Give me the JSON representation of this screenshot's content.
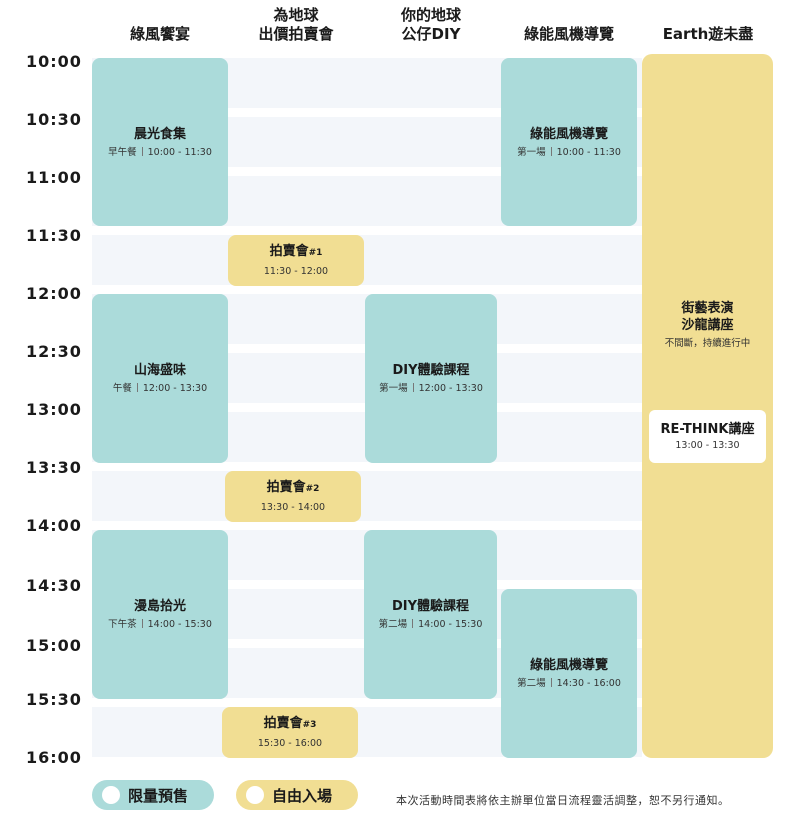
{
  "columns": [
    {
      "line1": "綠風饗宴",
      "line2": ""
    },
    {
      "line1": "為地球",
      "line2": "出價拍賣會"
    },
    {
      "line1": "你的地球",
      "line2": "公仔DIY"
    },
    {
      "line1": "綠能風機導覽",
      "line2": ""
    },
    {
      "line1": "Earth遊未盡",
      "line2": ""
    }
  ],
  "times": [
    "10:00",
    "10:30",
    "11:00",
    "11:30",
    "12:00",
    "12:30",
    "13:00",
    "13:30",
    "14:00",
    "14:30",
    "15:00",
    "15:30",
    "16:00"
  ],
  "events": {
    "brunch": {
      "title": "晨光食集",
      "type": "早午餐",
      "time": "10:00 - 11:30"
    },
    "tour1": {
      "title": "綠能風機導覽",
      "type": "第一場",
      "time": "10:00 - 11:30"
    },
    "auction1": {
      "title": "拍賣會",
      "num": "#1",
      "time": "11:30 - 12:00"
    },
    "lunch": {
      "title": "山海盛味",
      "type": "午餐",
      "time": "12:00 - 13:30"
    },
    "diy1": {
      "title": "DIY體驗課程",
      "type": "第一場",
      "time": "12:00 - 13:30"
    },
    "street": {
      "title1": "街藝表演",
      "title2": "沙龍講座",
      "note": "不間斷，持續進行中"
    },
    "rethink": {
      "title": "RE-THINK講座",
      "time": "13:00 - 13:30"
    },
    "auction2": {
      "title": "拍賣會",
      "num": "#2",
      "time": "13:30 - 14:00"
    },
    "tea": {
      "title": "漫島拾光",
      "type": "下午茶",
      "time": "14:00 - 15:30"
    },
    "diy2": {
      "title": "DIY體驗課程",
      "type": "第二場",
      "time": "14:00 - 15:30"
    },
    "tour2": {
      "title": "綠能風機導覽",
      "type": "第二場",
      "time": "14:30 - 16:00"
    },
    "auction3": {
      "title": "拍賣會",
      "num": "#3",
      "time": "15:30 - 16:00"
    }
  },
  "legend": {
    "reserve": "限量預售",
    "free": "自由入場"
  },
  "note": "本次活動時間表將依主辦單位當日流程靈活調整，恕不另行通知。",
  "colors": {
    "teal": "#abdbda",
    "yellow": "#f1de93",
    "row": "#f3f6fa"
  }
}
